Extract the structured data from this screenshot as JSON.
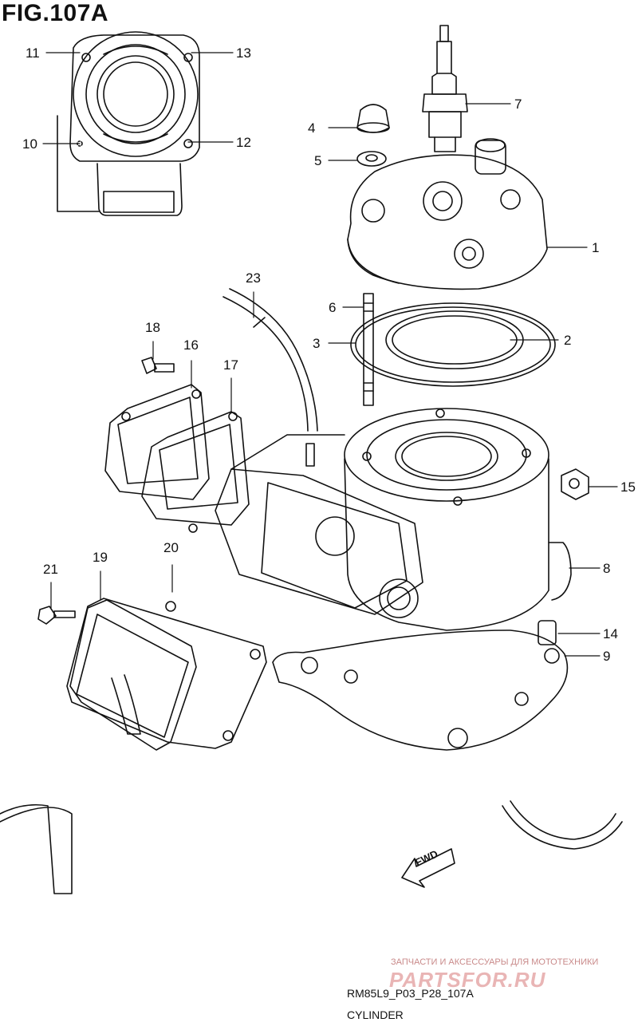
{
  "figure": {
    "title": "FIG.107A",
    "ref_code": "RM85L9_P03_P28_107A",
    "caption": "CYLINDER",
    "fwd_label": "FWD"
  },
  "callouts": [
    {
      "id": "c1",
      "label": "1"
    },
    {
      "id": "c2",
      "label": "2"
    },
    {
      "id": "c3",
      "label": "3"
    },
    {
      "id": "c4",
      "label": "4"
    },
    {
      "id": "c5",
      "label": "5"
    },
    {
      "id": "c6",
      "label": "6"
    },
    {
      "id": "c7",
      "label": "7"
    },
    {
      "id": "c8",
      "label": "8"
    },
    {
      "id": "c9",
      "label": "9"
    },
    {
      "id": "c10",
      "label": "10"
    },
    {
      "id": "c11",
      "label": "11"
    },
    {
      "id": "c12",
      "label": "12"
    },
    {
      "id": "c13",
      "label": "13"
    },
    {
      "id": "c14",
      "label": "14"
    },
    {
      "id": "c15",
      "label": "15"
    },
    {
      "id": "c16",
      "label": "16"
    },
    {
      "id": "c17",
      "label": "17"
    },
    {
      "id": "c18",
      "label": "18"
    },
    {
      "id": "c19",
      "label": "19"
    },
    {
      "id": "c20",
      "label": "20"
    },
    {
      "id": "c21",
      "label": "21"
    },
    {
      "id": "c23",
      "label": "23"
    }
  ],
  "watermark": {
    "tagline": "ЗАПЧАСТИ И АКСЕССУАРЫ ДЛЯ МОТОТЕХНИКИ",
    "logo": "PARTSFOR.RU"
  },
  "colors": {
    "ink": "#111111",
    "watermark": "#e9b5b5",
    "background": "#ffffff"
  }
}
